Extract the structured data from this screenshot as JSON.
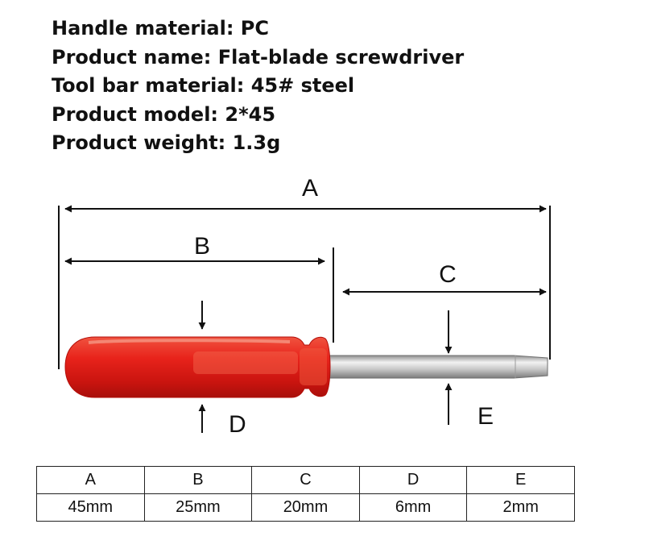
{
  "specs": [
    {
      "label": "Handle material: PC"
    },
    {
      "label": "Product name: Flat-blade screwdriver"
    },
    {
      "label": "Tool bar material: 45# steel"
    },
    {
      "label": "Product model: 2*45"
    },
    {
      "label": "Product weight: 1.3g"
    }
  ],
  "diagram": {
    "labels": {
      "a": "A",
      "b": "B",
      "c": "C",
      "d": "D",
      "e": "E"
    },
    "handle_color": "#e8231b",
    "shaft_color": "#c9c9c9"
  },
  "table": {
    "headers": [
      "A",
      "B",
      "C",
      "D",
      "E"
    ],
    "values": [
      "45mm",
      "25mm",
      "20mm",
      "6mm",
      "2mm"
    ]
  }
}
